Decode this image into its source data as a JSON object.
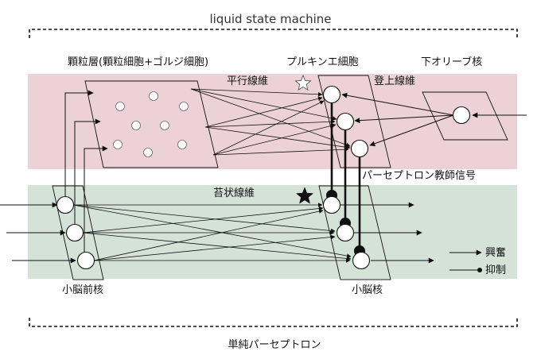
{
  "title": "liquid state machine",
  "footer": "単純パーセプトロン",
  "labels": {
    "granular_layer": "顆粒層(顆粒細胞+ゴルジ細胞)",
    "purkinje": "プルキンエ細胞",
    "inferior_olive": "下オリーブ核",
    "parallel_fiber": "平行線維",
    "climbing_fiber": "登上線維",
    "teacher_signal": "パーセプトロン教師信号",
    "mossy_fiber": "苔状線維",
    "precerebellar": "小脳前核",
    "cerebellar_nuclei": "小脳核"
  },
  "legend": {
    "excitatory": "興奮",
    "inhibitory": "抑制"
  },
  "colors": {
    "top_band": "#ecd2d6",
    "bottom_band": "#d4e2d8",
    "ink": "#111111"
  }
}
